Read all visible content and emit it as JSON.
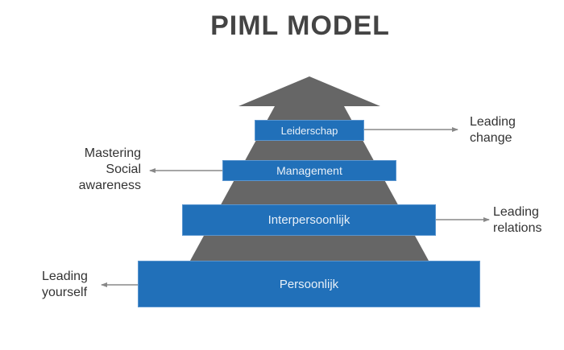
{
  "title": "PIML MODEL",
  "colors": {
    "box_fill": "#2170b9",
    "arrow_fill": "#666666",
    "connector": "#888888",
    "label_text": "#333333",
    "title_text": "#444444"
  },
  "levels": [
    {
      "name": "Leiderschap",
      "annotation": [
        "Leading",
        "change"
      ],
      "side": "right"
    },
    {
      "name": "Management",
      "annotation": [
        "Mastering",
        "Social",
        "awareness"
      ],
      "side": "left"
    },
    {
      "name": "Interpersoonlijk",
      "annotation": [
        "Leading",
        "relations"
      ],
      "side": "right"
    },
    {
      "name": "Persoonlijk",
      "annotation": [
        "Leading",
        "yourself"
      ],
      "side": "left"
    }
  ],
  "arrow_icon": "up-arrow"
}
